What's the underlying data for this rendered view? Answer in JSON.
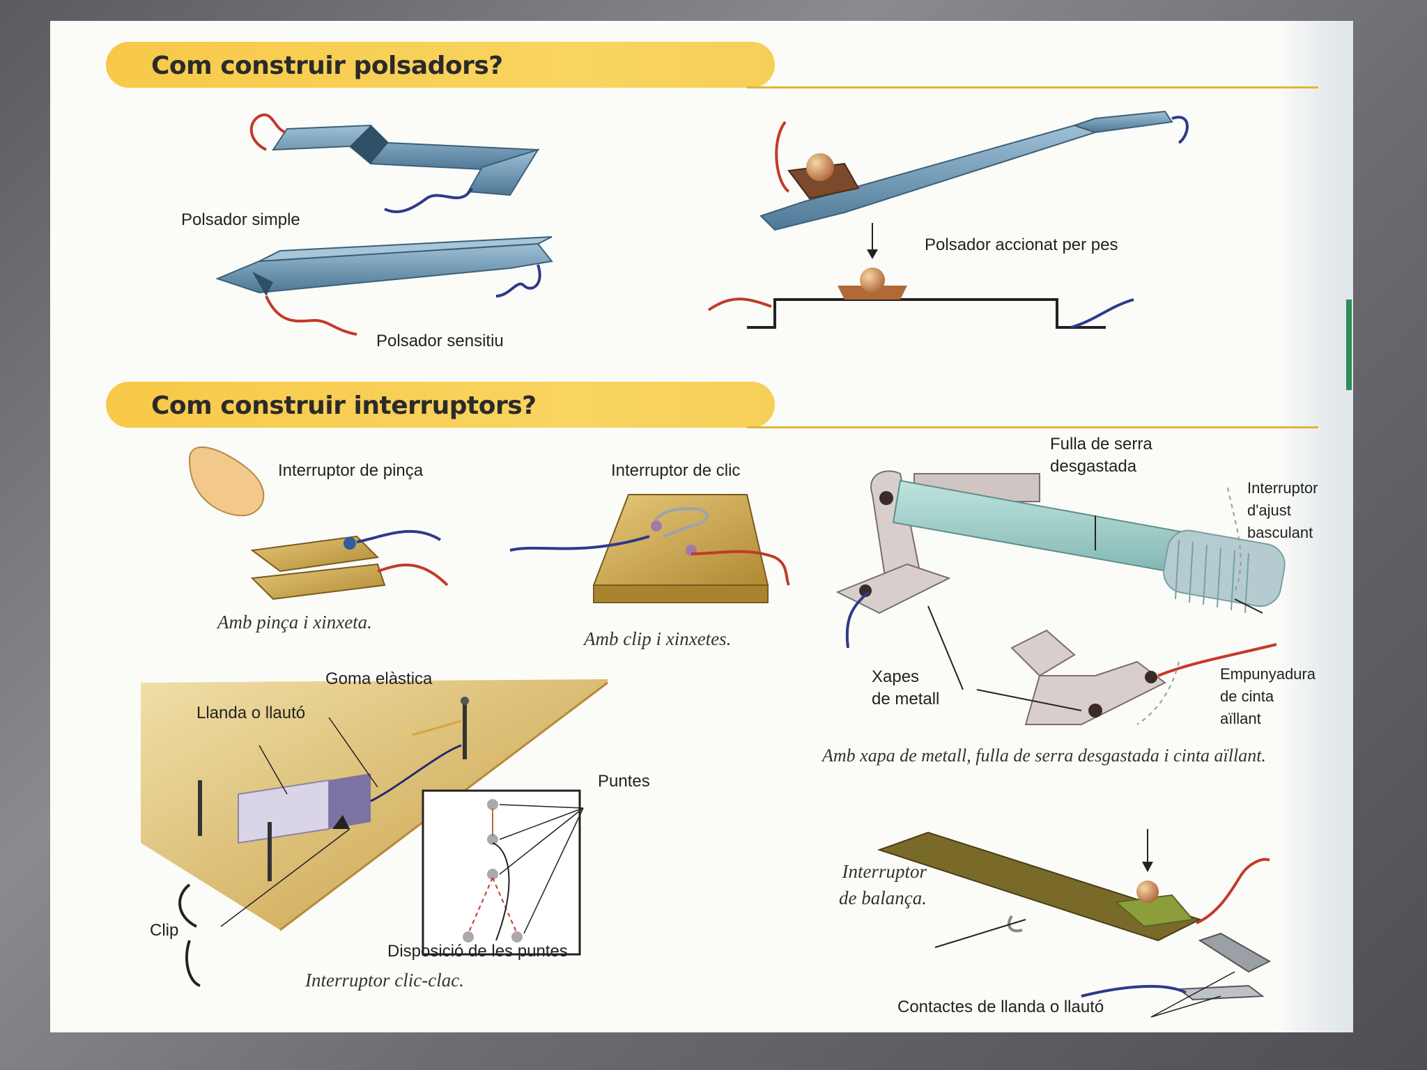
{
  "sections": {
    "pushbuttons_title": "Com construir polsadors?",
    "switches_title": "Com construir interruptors?"
  },
  "pushbuttons": {
    "simple": "Polsador simple",
    "sensitive": "Polsador sensitiu",
    "weight": "Polsador accionat per pes"
  },
  "switches": {
    "clothespin_label": "Interruptor de pinça",
    "clothespin_caption": "Amb pinça i xinxeta.",
    "clip_label": "Interruptor de clic",
    "clip_caption": "Amb clip i xinxetes.",
    "saw_blade": "Fulla de serra\ndesgastada",
    "tilt_switch": "Interruptor\nd'ajust\nbasculant",
    "metal_plates": "Xapes\nde metall",
    "handle": "Empunyadura\nde cinta\naïllant",
    "tilt_caption": "Amb xapa de metall, fulla de serra desgastada i cinta aïllant.",
    "elastic": "Goma elàstica",
    "tin_brass": "Llanda o llautó",
    "pins": "Puntes",
    "clip": "Clip",
    "pin_layout": "Disposició de les puntes",
    "clicclac_caption": "Interruptor clic-clac.",
    "balance_caption": "Interruptor\nde balança.",
    "contacts": "Contactes de llanda o llautó"
  },
  "colors": {
    "banner": "#f7c948",
    "rule": "#e0b43c",
    "metal": "#6f98b5",
    "wood": "#c9a24a",
    "wire_red": "#c23a2a",
    "wire_blue": "#2e3a8a"
  }
}
